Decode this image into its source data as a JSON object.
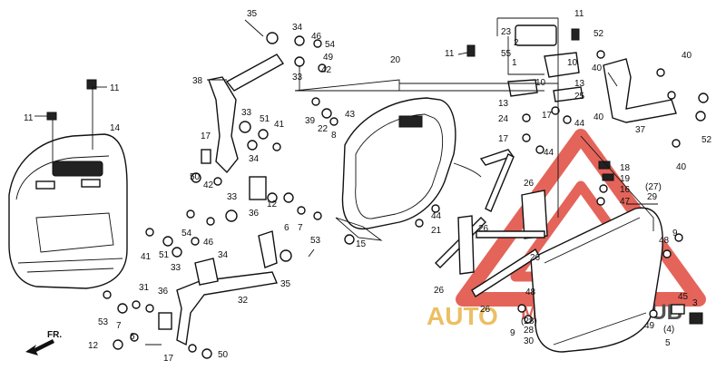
{
  "direction": "FR.",
  "watermark": {
    "auto": "AUTO",
    "moto": "MOTO",
    "hub": "HUB",
    "color": "#e0493e"
  },
  "callouts": {
    "c1": "11",
    "c2": "11",
    "c3": "14",
    "c4": "38",
    "c5": "35",
    "c6": "34",
    "c7": "46",
    "c8": "54",
    "c9": "33",
    "c10": "42",
    "c11": "49",
    "c12": "20",
    "c13": "33",
    "c14": "51",
    "c15": "41",
    "c16": "17",
    "c17": "34",
    "c18": "50",
    "c19": "42",
    "c20": "33",
    "c21": "12",
    "c22": "6",
    "c23": "7",
    "c24": "53",
    "c25": "54",
    "c26": "46",
    "c27": "34",
    "c28": "41",
    "c29": "51",
    "c30": "33",
    "c31": "35",
    "c32": "32",
    "c33": "36",
    "c34": "31",
    "c35": "53",
    "c36": "7",
    "c37": "6",
    "c38": "12",
    "c39": "17",
    "c40": "50",
    "c41": "23",
    "c42": "2",
    "c43": "11",
    "c44": "55",
    "c45": "1",
    "c46": "10",
    "c47": "11",
    "c48": "52",
    "c49": "40",
    "c50": "39",
    "c51": "43",
    "c52": "22",
    "c53": "8",
    "c54": "13",
    "c55": "10",
    "c56": "13",
    "c57": "25",
    "c58": "24",
    "c59": "17",
    "c60": "44",
    "c61": "17",
    "c62": "44",
    "c63": "40",
    "c64": "37",
    "c65": "40",
    "c66": "52",
    "c67": "40",
    "c68": "18",
    "c69": "19",
    "c70": "16",
    "c71": "47",
    "c72": "(27)",
    "c73": "29",
    "c74": "26",
    "c75": "26",
    "c76": "26",
    "c77": "26",
    "c78": "44",
    "c79": "21",
    "c80": "15",
    "c81": "48",
    "c82": "9",
    "c83": "45",
    "c84": "3",
    "c85": "49",
    "c86": "(4)",
    "c87": "5",
    "c88": "48",
    "c89": "(28)",
    "c90": "28",
    "c91": "30",
    "c92": "9",
    "c93": "26",
    "c94": "36"
  }
}
